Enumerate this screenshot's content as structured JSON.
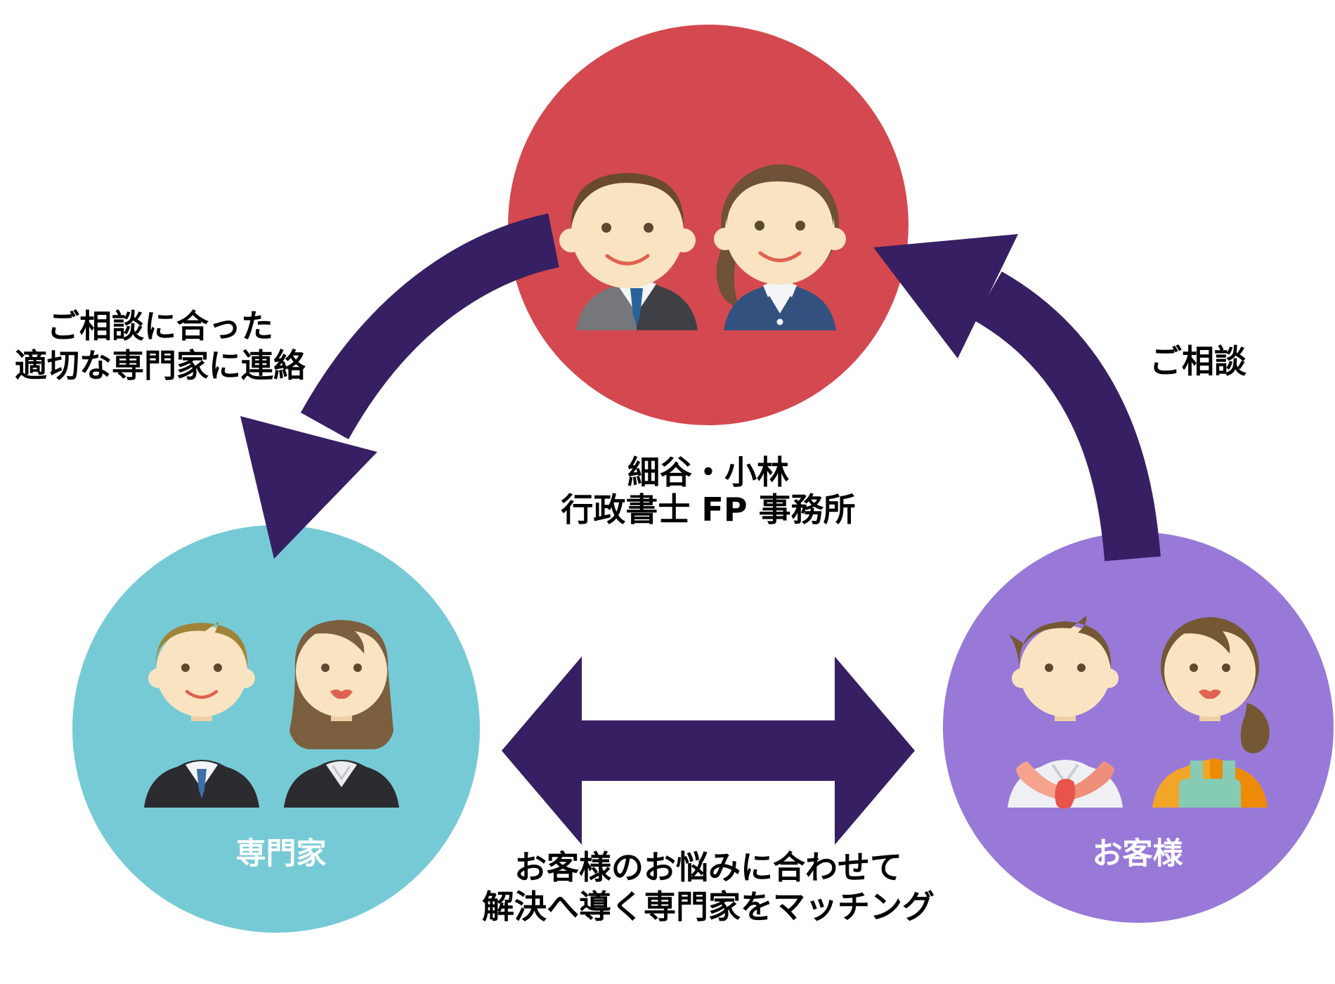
{
  "diagram": {
    "office": {
      "name_line1": "細谷・小林",
      "name_line2": "行政書士 FP 事務所",
      "circle_color": "#D4494F"
    },
    "experts": {
      "label": "専門家",
      "circle_color": "#76CAD5"
    },
    "customers": {
      "label": "お客様",
      "circle_color": "#9879D8"
    },
    "arrows": {
      "color": "#371F63",
      "consult": {
        "label": "ご相談"
      },
      "contact": {
        "line1": "ご相談に合った",
        "line2": "適切な専門家に連絡"
      },
      "matching": {
        "line1": "お客様のお悩みに合わせて",
        "line2": "解決へ導く専門家をマッチング"
      }
    },
    "label_text_color": "#000000",
    "node_label_color": "#FFFFFF",
    "illustration_palette": {
      "skin": "#FAE3C1",
      "dark_suit": "#2B2B30",
      "gray_suit_light": "#76777B",
      "gray_suit_dark": "#3F4045",
      "navy_vest": "#33517E",
      "tie_blue": "#29639A",
      "sweater_salmon": "#EF8F7B",
      "knot_red": "#E8544A",
      "apron_mint": "#86CCB5",
      "top_orange": "#F3A52A"
    }
  }
}
